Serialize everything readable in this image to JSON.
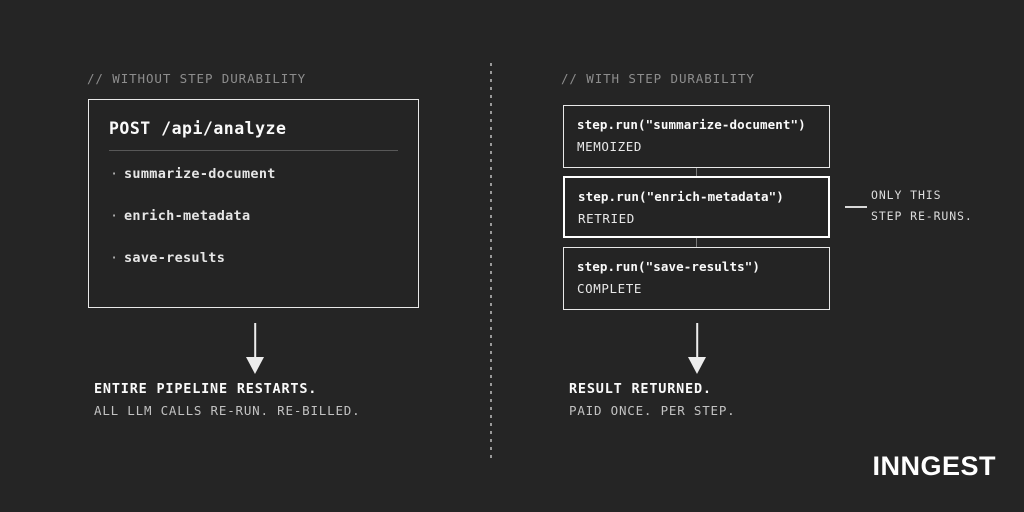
{
  "theme": {
    "background": "#252525",
    "foreground": "#f2f2f2",
    "muted": "#8d8d8d",
    "border": "#e8e8e8",
    "accent_border": "#ffffff"
  },
  "left": {
    "comment": "// WITHOUT STEP DURABILITY",
    "request": {
      "title": "POST /api/analyze",
      "items": [
        {
          "bullet": "·",
          "label": "summarize-document"
        },
        {
          "bullet": "·",
          "label": "enrich-metadata"
        },
        {
          "bullet": "·",
          "label": "save-results"
        }
      ]
    },
    "outcome": {
      "headline": "ENTIRE PIPELINE RESTARTS.",
      "subline": "ALL LLM CALLS RE-RUN. RE-BILLED."
    }
  },
  "right": {
    "comment": "// WITH STEP DURABILITY",
    "steps": [
      {
        "call": "step.run(\"summarize-document\")",
        "status": "MEMOIZED",
        "emphasis": false
      },
      {
        "call": "step.run(\"enrich-metadata\")",
        "status": "RETRIED",
        "emphasis": true
      },
      {
        "call": "step.run(\"save-results\")",
        "status": "COMPLETE",
        "emphasis": false
      }
    ],
    "callout": {
      "line1": "ONLY THIS",
      "line2": "STEP RE-RUNS."
    },
    "outcome": {
      "headline": "RESULT RETURNED.",
      "subline": "PAID ONCE. PER STEP."
    }
  },
  "brand": {
    "wordmark": "INNGEST"
  }
}
